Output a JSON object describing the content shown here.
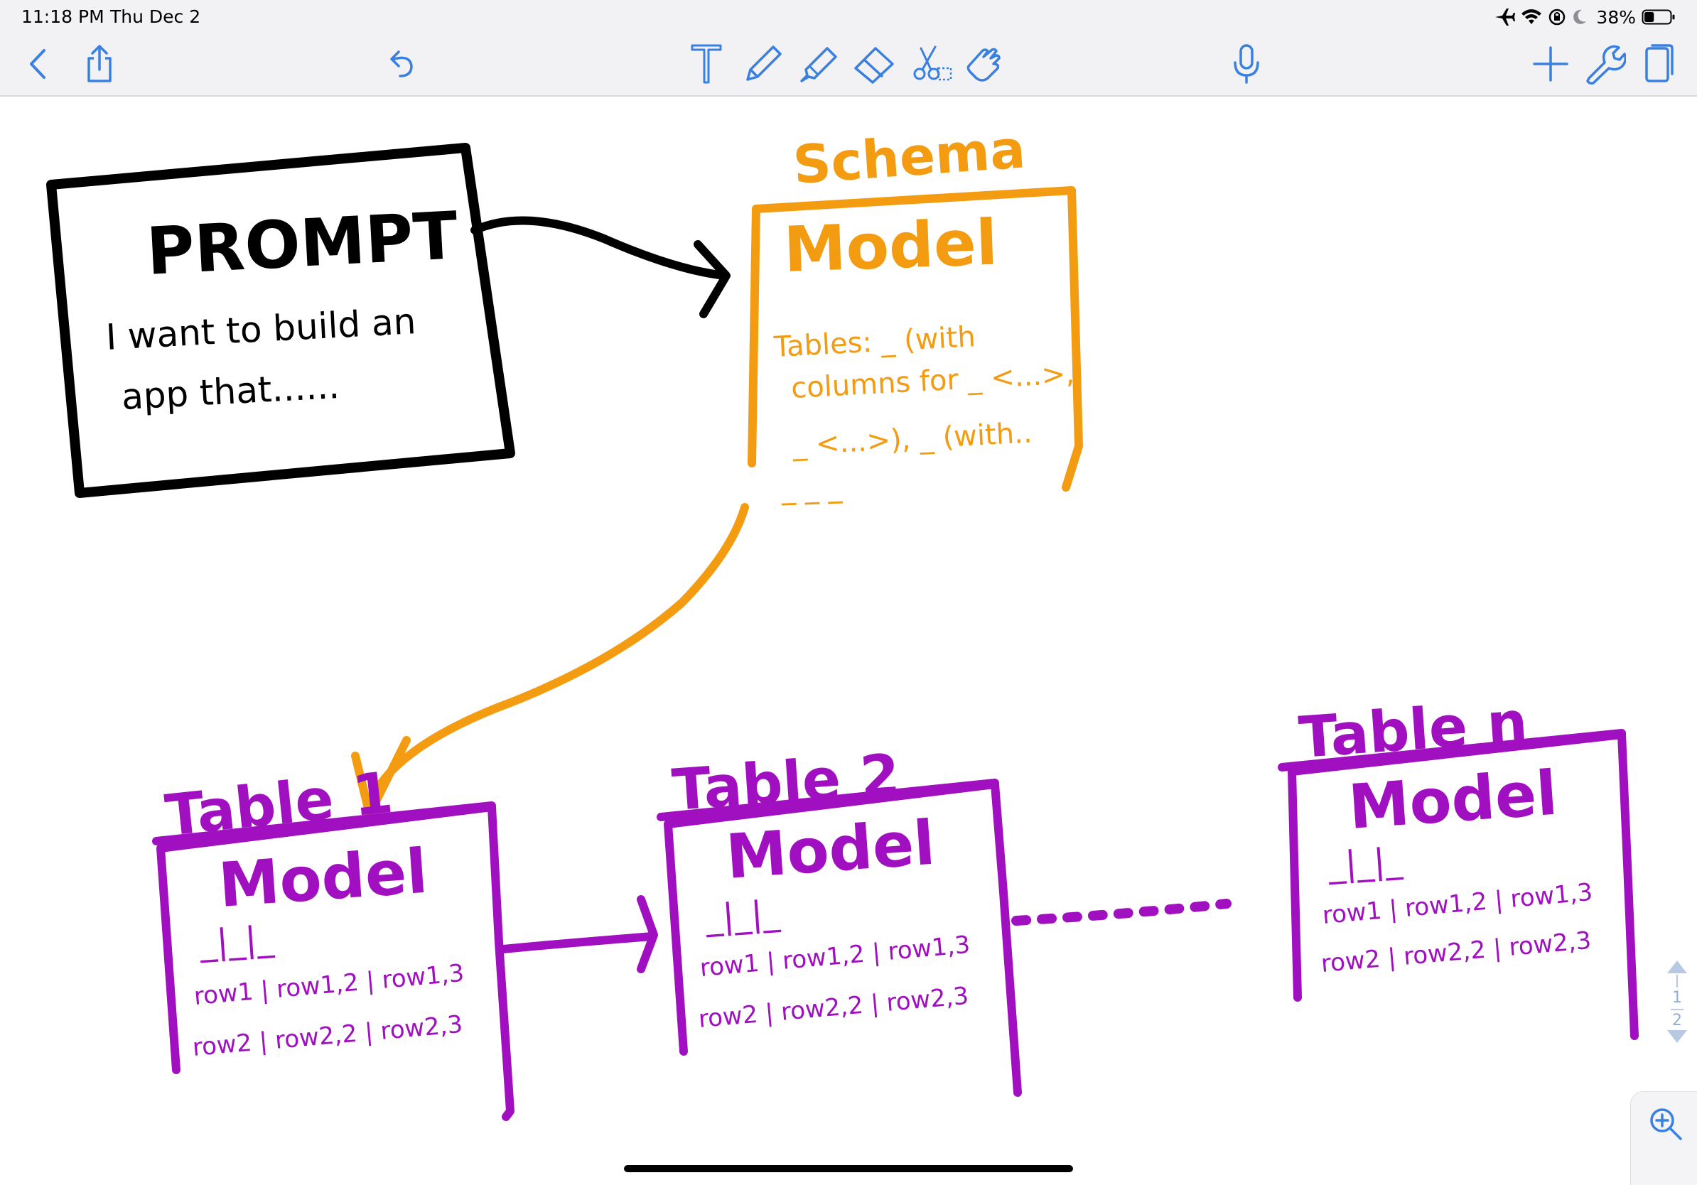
{
  "status_bar": {
    "time": "11:18 PM",
    "date": "Thu Dec 2",
    "battery_percent": "38%",
    "battery_level": 0.38,
    "icons": [
      "airplane-icon",
      "wifi-icon",
      "orientation-lock-icon",
      "moon-icon",
      "battery-icon"
    ]
  },
  "toolbar": {
    "left": [
      "back-chevron-icon",
      "share-icon",
      "undo-icon"
    ],
    "center": [
      "text-tool-icon",
      "pen-tool-icon",
      "highlighter-tool-icon",
      "eraser-tool-icon",
      "lasso-scissors-icon",
      "pointer-hand-icon",
      "microphone-icon"
    ],
    "right": [
      "add-icon",
      "wrench-icon",
      "pages-icon"
    ],
    "accent_color": "#3a80e0"
  },
  "canvas": {
    "ink_colors": {
      "black": "#000000",
      "orange": "#f39c12",
      "purple": "#a010c0"
    },
    "prompt_box": {
      "title": "PROMPT",
      "line1": "I want to build an",
      "line2": "app that......"
    },
    "schema_box": {
      "label": "Schema",
      "title": "Model",
      "line1": "Tables: _ (with",
      "line2": "columns for _ <...>,",
      "line3": "_ <...>), _ (with..",
      "line4": "_ _ _"
    },
    "tables": [
      {
        "label": "Table 1",
        "title": "Model",
        "dashes": "_|_|_",
        "row1": "row1 | row1,2 | row1,3",
        "row2": "row2 | row2,2 | row2,3"
      },
      {
        "label": "Table 2",
        "title": "Model",
        "dashes": "_|_|_",
        "row1": "row1 | row1,2 | row1,3",
        "row2": "row2 | row2,2 | row2,3"
      },
      {
        "label": "Table n",
        "title": "Model",
        "dashes": "_|_|_",
        "row1": "row1 | row1,2 | row1,3",
        "row2": "row2 | row2,2 | row2,3"
      }
    ]
  },
  "page_indicator": {
    "current": "1",
    "total": "2"
  },
  "zoom": {
    "icon": "zoom-in-icon"
  }
}
